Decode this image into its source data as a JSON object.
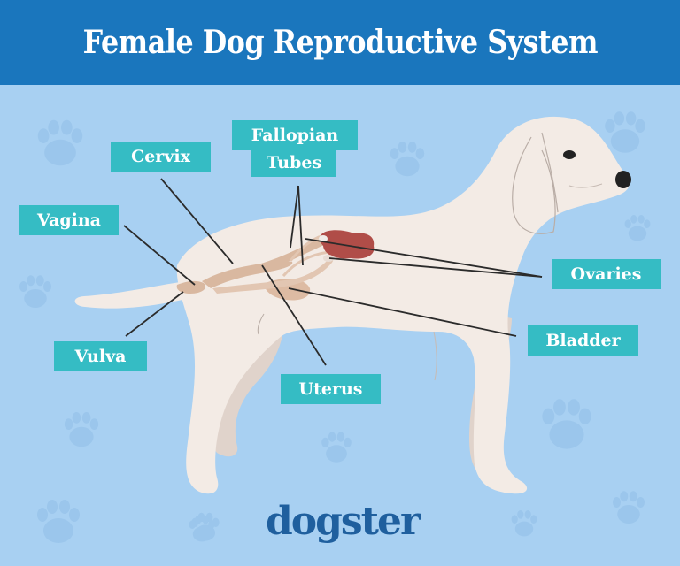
{
  "header": {
    "title": "Female Dog Reproductive System"
  },
  "labels": {
    "cervix": "Cervix",
    "fallopian_tubes": [
      "Fallopian",
      "Tubes"
    ],
    "vagina": "Vagina",
    "ovaries": "Ovaries",
    "bladder": "Bladder",
    "vulva": "Vulva",
    "uterus": "Uterus"
  },
  "brand": {
    "logo_text": "dogster"
  },
  "colors": {
    "header_bg": "#1a76bd",
    "background": "#a8d0f2",
    "label_bg": "#35bcc4",
    "dog_body": "#f3ebe5",
    "dog_shadow": "#e0d3cb",
    "organ_tan": "#d9b8a0",
    "ovary_red": "#b04d48",
    "brand": "#1f5f9e",
    "paw_print": "#97c3ea"
  },
  "icons": [
    "paw-print-icon"
  ]
}
